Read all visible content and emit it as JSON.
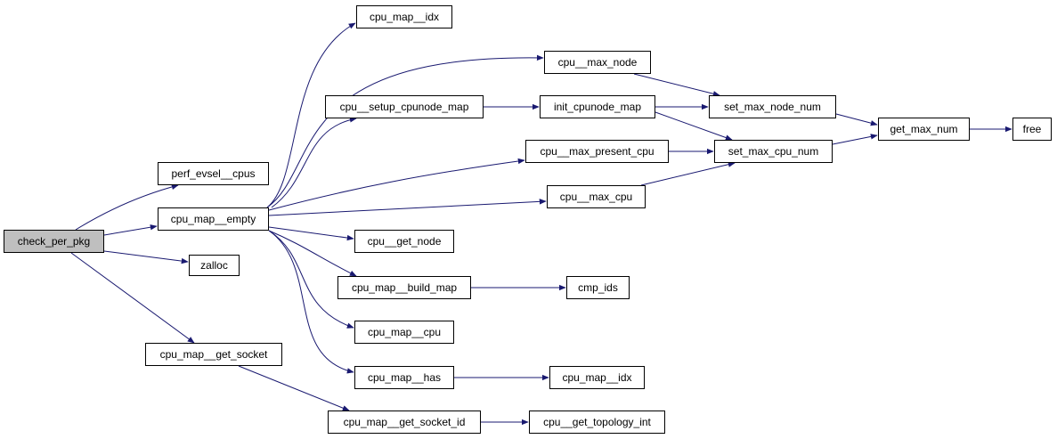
{
  "colors": {
    "edge": "#191970",
    "node_border": "#000000",
    "node_fill": "#ffffff",
    "root_fill": "#bfbfbf"
  },
  "nodes": [
    {
      "id": "check_per_pkg",
      "label": "check_per_pkg"
    },
    {
      "id": "perf_evsel__cpus",
      "label": "perf_evsel__cpus"
    },
    {
      "id": "cpu_map__empty",
      "label": "cpu_map__empty"
    },
    {
      "id": "zalloc",
      "label": "zalloc"
    },
    {
      "id": "cpu_map__get_socket",
      "label": "cpu_map__get_socket"
    },
    {
      "id": "cpu_map__idx_1",
      "label": "cpu_map__idx"
    },
    {
      "id": "cpu__setup_cpunode_map",
      "label": "cpu__setup_cpunode_map"
    },
    {
      "id": "cpu__get_node",
      "label": "cpu__get_node"
    },
    {
      "id": "cpu_map__build_map",
      "label": "cpu_map__build_map"
    },
    {
      "id": "cpu_map__cpu",
      "label": "cpu_map__cpu"
    },
    {
      "id": "cpu_map__has",
      "label": "cpu_map__has"
    },
    {
      "id": "cpu_map__get_socket_id",
      "label": "cpu_map__get_socket_id"
    },
    {
      "id": "cpu__max_node",
      "label": "cpu__max_node"
    },
    {
      "id": "init_cpunode_map",
      "label": "init_cpunode_map"
    },
    {
      "id": "cpu__max_present_cpu",
      "label": "cpu__max_present_cpu"
    },
    {
      "id": "cpu__max_cpu",
      "label": "cpu__max_cpu"
    },
    {
      "id": "cmp_ids",
      "label": "cmp_ids"
    },
    {
      "id": "cpu_map__idx_2",
      "label": "cpu_map__idx"
    },
    {
      "id": "cpu__get_topology_int",
      "label": "cpu__get_topology_int"
    },
    {
      "id": "set_max_node_num",
      "label": "set_max_node_num"
    },
    {
      "id": "set_max_cpu_num",
      "label": "set_max_cpu_num"
    },
    {
      "id": "get_max_num",
      "label": "get_max_num"
    },
    {
      "id": "free",
      "label": "free"
    }
  ],
  "edges": [
    [
      "check_per_pkg",
      "perf_evsel__cpus"
    ],
    [
      "check_per_pkg",
      "cpu_map__empty"
    ],
    [
      "check_per_pkg",
      "zalloc"
    ],
    [
      "check_per_pkg",
      "cpu_map__get_socket"
    ],
    [
      "cpu_map__empty",
      "cpu_map__idx_1"
    ],
    [
      "cpu_map__empty",
      "cpu__max_node"
    ],
    [
      "cpu_map__empty",
      "cpu__setup_cpunode_map"
    ],
    [
      "cpu_map__empty",
      "cpu__max_present_cpu"
    ],
    [
      "cpu_map__empty",
      "cpu__max_cpu"
    ],
    [
      "cpu_map__empty",
      "cpu__get_node"
    ],
    [
      "cpu_map__empty",
      "cpu_map__build_map"
    ],
    [
      "cpu_map__empty",
      "cpu_map__cpu"
    ],
    [
      "cpu_map__empty",
      "cpu_map__has"
    ],
    [
      "cpu__setup_cpunode_map",
      "init_cpunode_map"
    ],
    [
      "cpu__max_node",
      "set_max_node_num"
    ],
    [
      "init_cpunode_map",
      "set_max_node_num"
    ],
    [
      "init_cpunode_map",
      "set_max_cpu_num"
    ],
    [
      "cpu__max_present_cpu",
      "set_max_cpu_num"
    ],
    [
      "cpu__max_cpu",
      "set_max_cpu_num"
    ],
    [
      "set_max_node_num",
      "get_max_num"
    ],
    [
      "set_max_cpu_num",
      "get_max_num"
    ],
    [
      "get_max_num",
      "free"
    ],
    [
      "cpu_map__build_map",
      "cmp_ids"
    ],
    [
      "cpu_map__has",
      "cpu_map__idx_2"
    ],
    [
      "cpu_map__get_socket",
      "cpu_map__get_socket_id"
    ],
    [
      "cpu_map__get_socket_id",
      "cpu__get_topology_int"
    ]
  ]
}
